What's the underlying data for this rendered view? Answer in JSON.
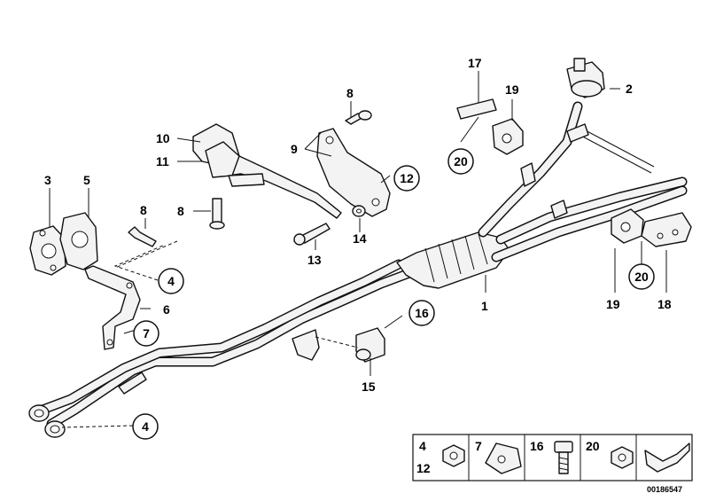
{
  "diagram": {
    "image_id": "00186547",
    "callouts": [
      {
        "n": "1"
      },
      {
        "n": "2"
      },
      {
        "n": "3"
      },
      {
        "n": "5"
      },
      {
        "n": "6"
      },
      {
        "n": "8"
      },
      {
        "n": "8"
      },
      {
        "n": "8"
      },
      {
        "n": "9"
      },
      {
        "n": "10"
      },
      {
        "n": "11"
      },
      {
        "n": "13"
      },
      {
        "n": "14"
      },
      {
        "n": "15"
      },
      {
        "n": "17"
      },
      {
        "n": "18"
      },
      {
        "n": "19"
      },
      {
        "n": "19"
      }
    ],
    "circled_callouts": [
      {
        "n": "4"
      },
      {
        "n": "4"
      },
      {
        "n": "7"
      },
      {
        "n": "12"
      },
      {
        "n": "16"
      },
      {
        "n": "20"
      },
      {
        "n": "20"
      }
    ],
    "legend": {
      "cells": [
        {
          "labels": [
            "4",
            "12"
          ],
          "icon": "nut-icon"
        },
        {
          "labels": [
            "7"
          ],
          "icon": "clip-nut-icon"
        },
        {
          "labels": [
            "16"
          ],
          "icon": "bolt-icon"
        },
        {
          "labels": [
            "20"
          ],
          "icon": "nut-icon"
        },
        {
          "labels": [],
          "icon": "arrow-icon"
        }
      ]
    }
  }
}
